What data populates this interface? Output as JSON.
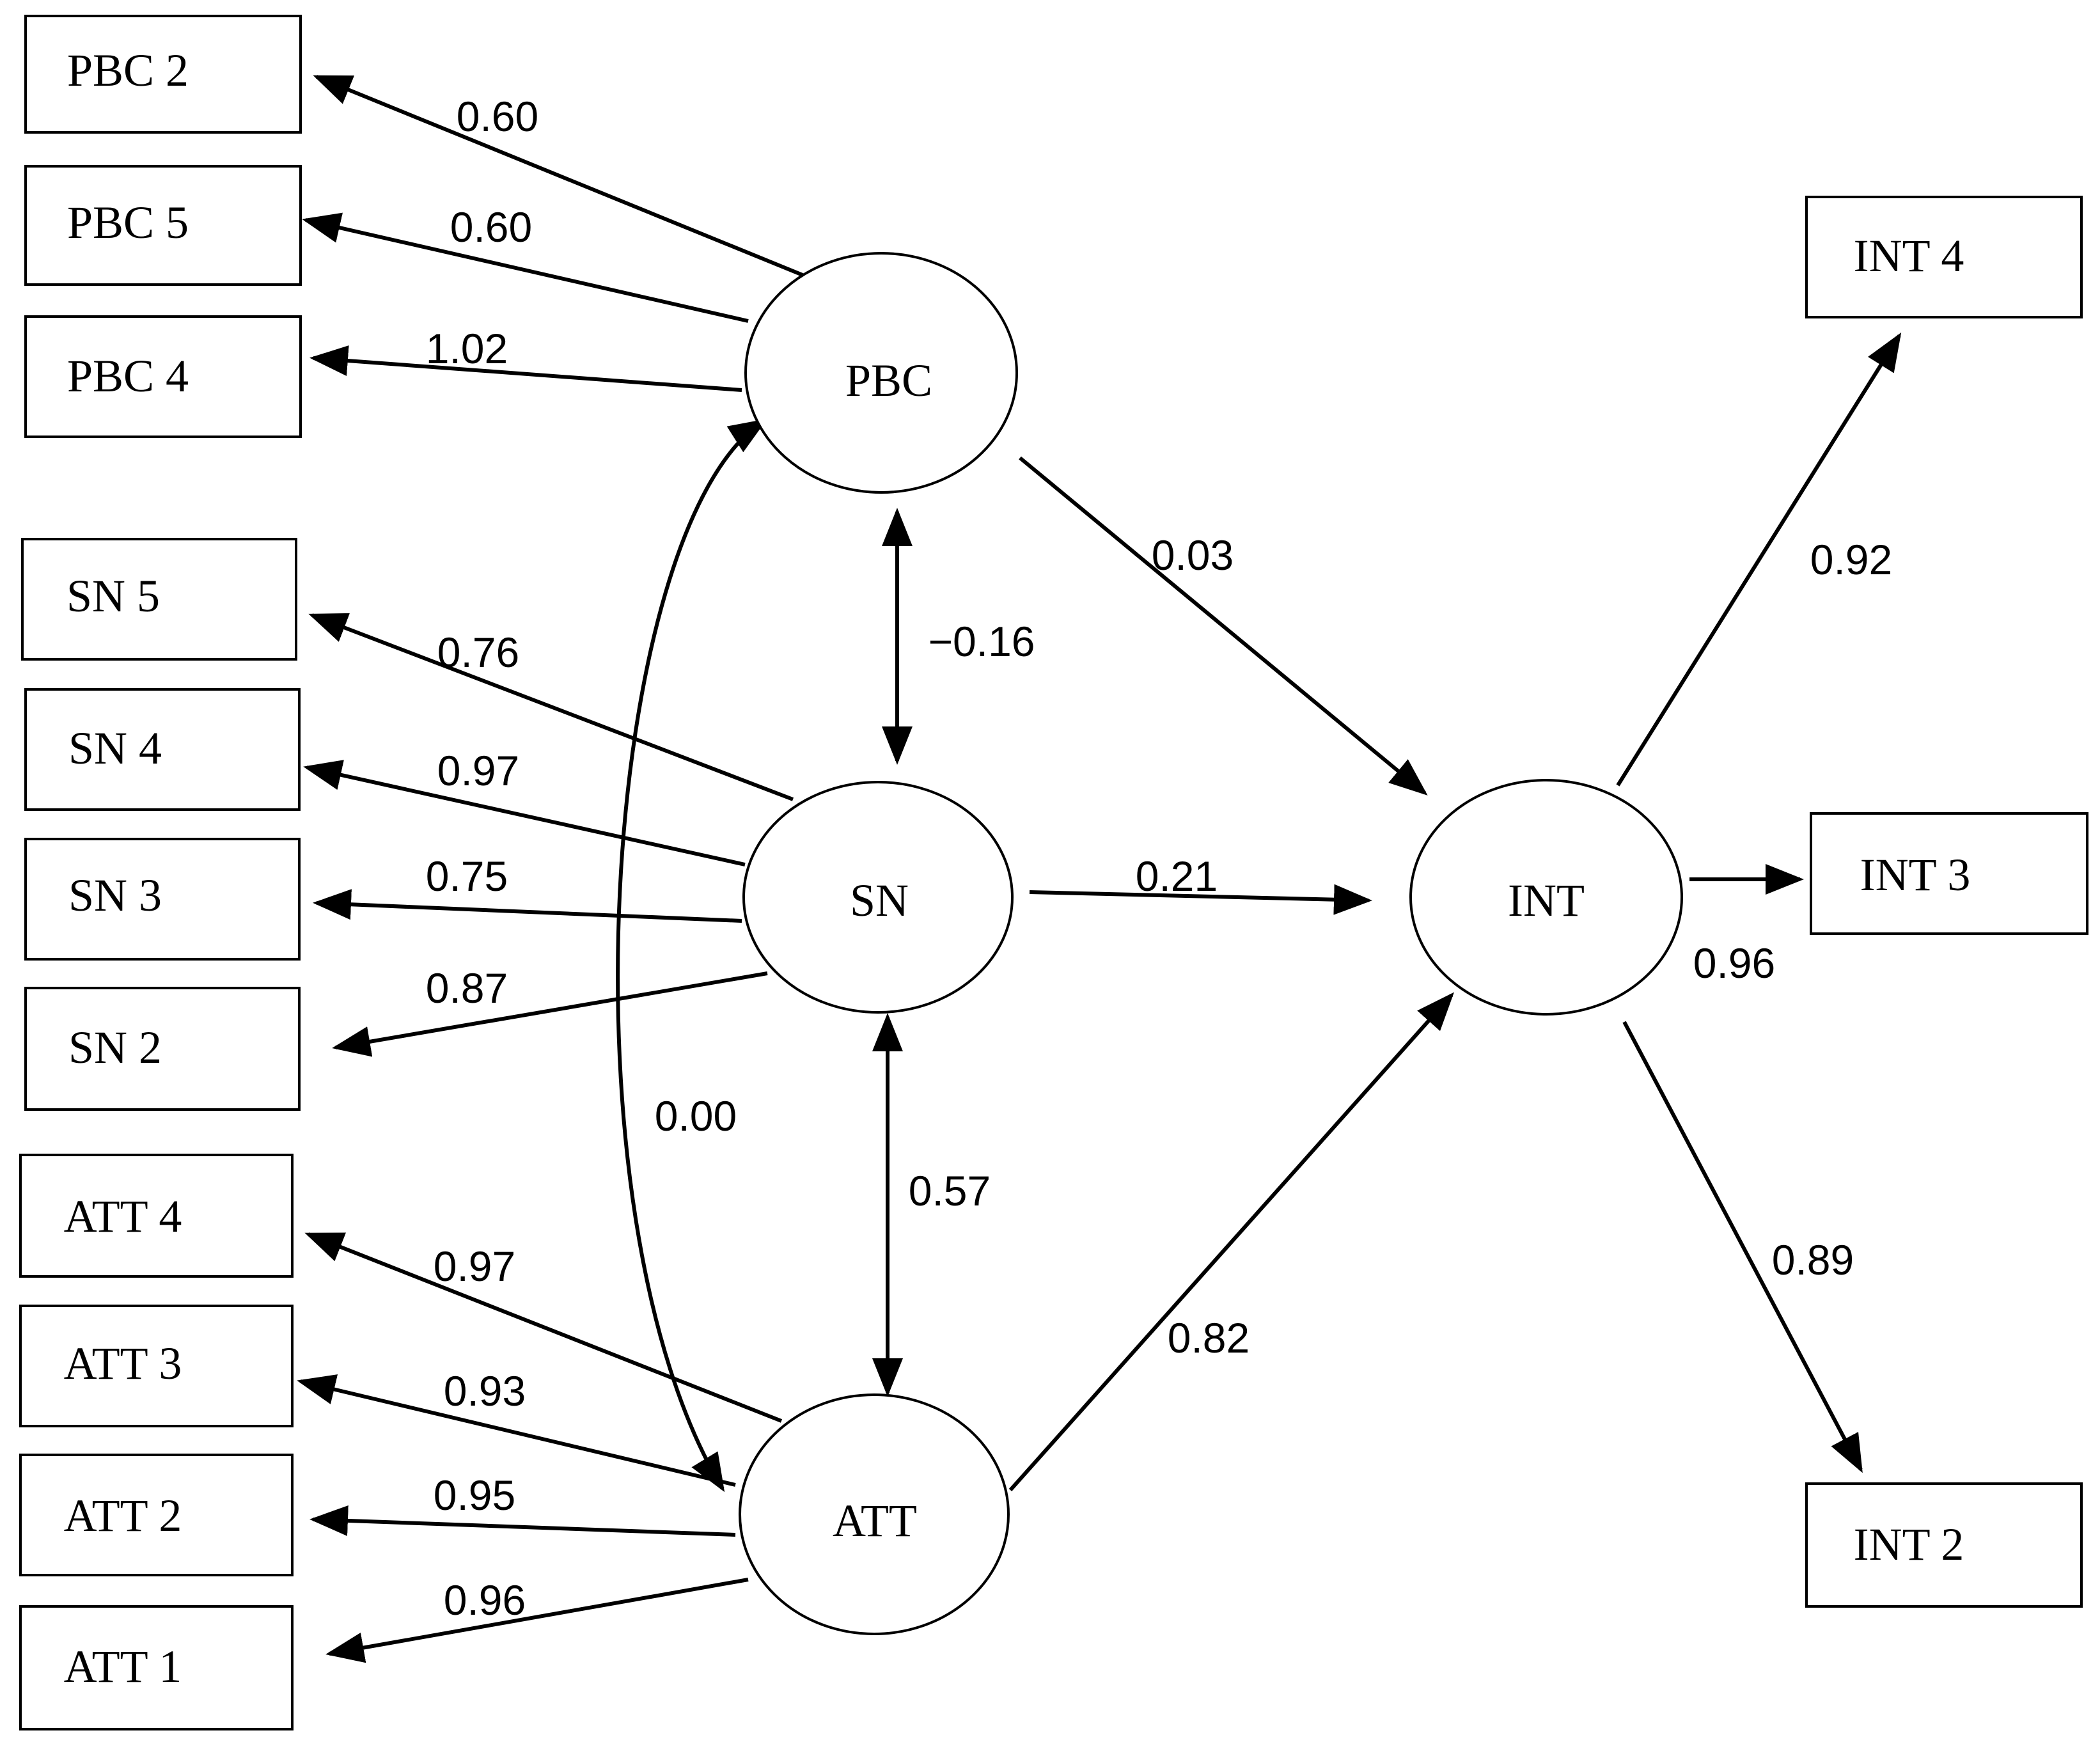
{
  "indicators": {
    "pbc2": "PBC 2",
    "pbc5": "PBC 5",
    "pbc4": "PBC 4",
    "sn5": "SN 5",
    "sn4": "SN 4",
    "sn3": "SN 3",
    "sn2": "SN 2",
    "att4": "ATT 4",
    "att3": "ATT 3",
    "att2": "ATT 2",
    "att1": "ATT 1",
    "int4": "INT 4",
    "int3": "INT 3",
    "int2": "INT 2"
  },
  "latents": {
    "pbc": "PBC",
    "sn": "SN",
    "att": "ATT",
    "int": "INT"
  },
  "loadings": {
    "pbc2": "0.60",
    "pbc5": "0.60",
    "pbc4": "1.02",
    "sn5": "0.76",
    "sn4": "0.97",
    "sn3": "0.75",
    "sn2": "0.87",
    "att4": "0.97",
    "att3": "0.93",
    "att2": "0.95",
    "att1": "0.96",
    "int4": "0.92",
    "int3": "0.96",
    "int2": "0.89"
  },
  "paths": {
    "pbc_int": "0.03",
    "sn_int": "0.21",
    "att_int": "0.82"
  },
  "covariances": {
    "pbc_sn": "−0.16",
    "sn_att": "0.57",
    "pbc_att": "0.00"
  },
  "colors": {
    "line": "#000000",
    "background": "#ffffff"
  }
}
